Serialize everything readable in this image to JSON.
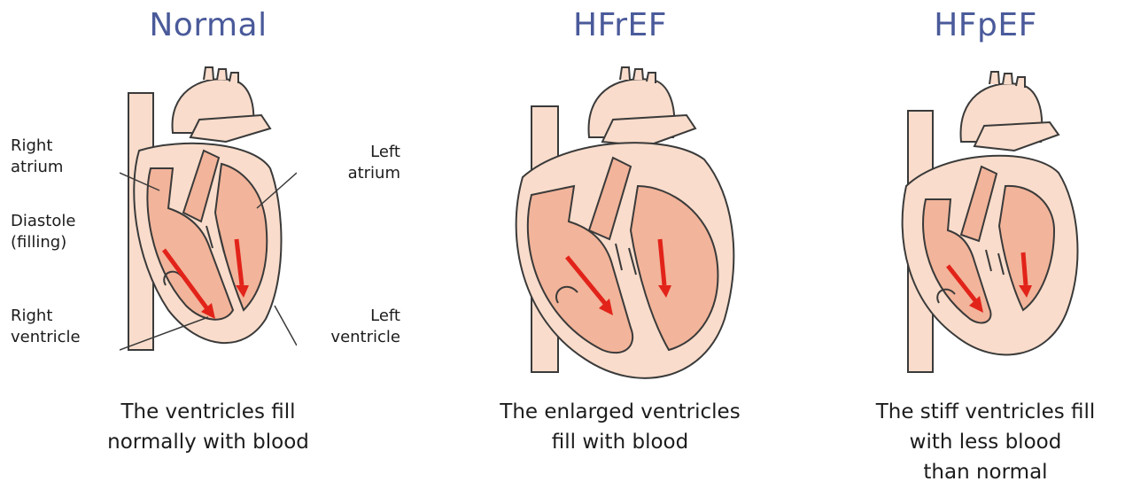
{
  "panels": [
    {
      "title": "Normal",
      "caption_line1": "The ventricles fill",
      "caption_line2": "normally with blood"
    },
    {
      "title": "HFrEF",
      "caption_line1": "The enlarged ventricles",
      "caption_line2": "fill with blood"
    },
    {
      "title": "HFpEF",
      "caption_line1": "The stiff ventricles fill",
      "caption_line2": "with less blood",
      "caption_line3": "than normal"
    }
  ],
  "labels": {
    "right_atrium_1": "Right",
    "right_atrium_2": "atrium",
    "diastole_1": "Diastole",
    "diastole_2": "(filling)",
    "right_ventricle_1": "Right",
    "right_ventricle_2": "ventricle",
    "left_atrium_1": "Left",
    "left_atrium_2": "atrium",
    "left_ventricle_1": "Left",
    "left_ventricle_2": "ventricle"
  },
  "colors": {
    "title": "#4a5a9a",
    "heart_fill": "#f9dccb",
    "chamber_fill": "#f2b49a",
    "outline": "#3a3a3a",
    "arrow": "#e2231a"
  }
}
